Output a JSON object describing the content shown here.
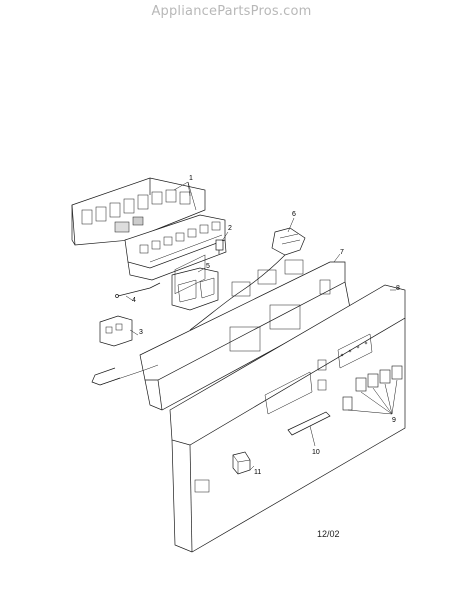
{
  "watermark": "AppliancePartsPros.com",
  "callouts": [
    "1",
    "2",
    "3",
    "4",
    "5",
    "6",
    "7",
    "8",
    "9",
    "10",
    "11"
  ],
  "date_code": "12/02",
  "colors": {
    "line": "#1a1a1a",
    "watermark": "#b8b8b8",
    "background": "#ffffff"
  }
}
